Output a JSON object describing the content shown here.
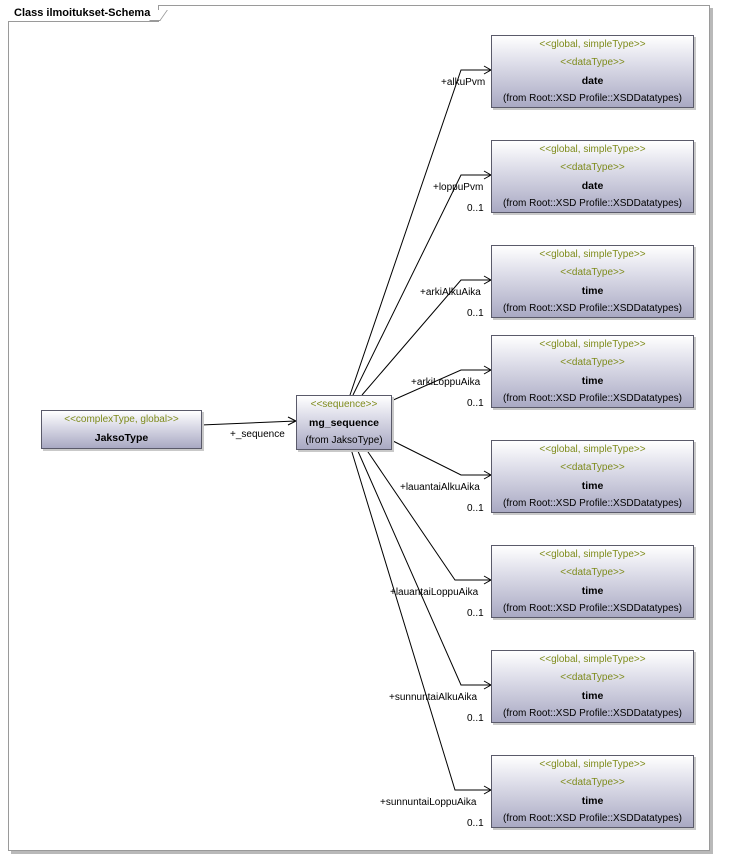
{
  "frame": {
    "title": "Class ilmoitukset-Schema"
  },
  "jakso": {
    "stereotype": "<<complexType, global>>",
    "name": "JaksoType"
  },
  "seq": {
    "stereotype": "<<sequence>>",
    "name": "mg_sequence",
    "from": "(from JaksoType)",
    "link_label": "+_sequence"
  },
  "types": [
    {
      "stereotype": "<<global, simpleType>>",
      "stereotype2": "<<dataType>>",
      "name": "date",
      "from": "(from Root::XSD Profile::XSDDatatypes)",
      "role": "+alkuPvm",
      "mult": ""
    },
    {
      "stereotype": "<<global, simpleType>>",
      "stereotype2": "<<dataType>>",
      "name": "date",
      "from": "(from Root::XSD Profile::XSDDatatypes)",
      "role": "+loppuPvm",
      "mult": "0..1"
    },
    {
      "stereotype": "<<global, simpleType>>",
      "stereotype2": "<<dataType>>",
      "name": "time",
      "from": "(from Root::XSD Profile::XSDDatatypes)",
      "role": "+arkiAlkuAika",
      "mult": "0..1"
    },
    {
      "stereotype": "<<global, simpleType>>",
      "stereotype2": "<<dataType>>",
      "name": "time",
      "from": "(from Root::XSD Profile::XSDDatatypes)",
      "role": "+arkiLoppuAika",
      "mult": "0..1"
    },
    {
      "stereotype": "<<global, simpleType>>",
      "stereotype2": "<<dataType>>",
      "name": "time",
      "from": "(from Root::XSD Profile::XSDDatatypes)",
      "role": "+lauantaiAlkuAika",
      "mult": "0..1"
    },
    {
      "stereotype": "<<global, simpleType>>",
      "stereotype2": "<<dataType>>",
      "name": "time",
      "from": "(from Root::XSD Profile::XSDDatatypes)",
      "role": "+lauantaiLoppuAika",
      "mult": "0..1"
    },
    {
      "stereotype": "<<global, simpleType>>",
      "stereotype2": "<<dataType>>",
      "name": "time",
      "from": "(from Root::XSD Profile::XSDDatatypes)",
      "role": "+sunnuntaiAlkuAika",
      "mult": "0..1"
    },
    {
      "stereotype": "<<global, simpleType>>",
      "stereotype2": "<<dataType>>",
      "name": "time",
      "from": "(from Root::XSD Profile::XSDDatatypes)",
      "role": "+sunnuntaiLoppuAika",
      "mult": "0..1"
    }
  ]
}
